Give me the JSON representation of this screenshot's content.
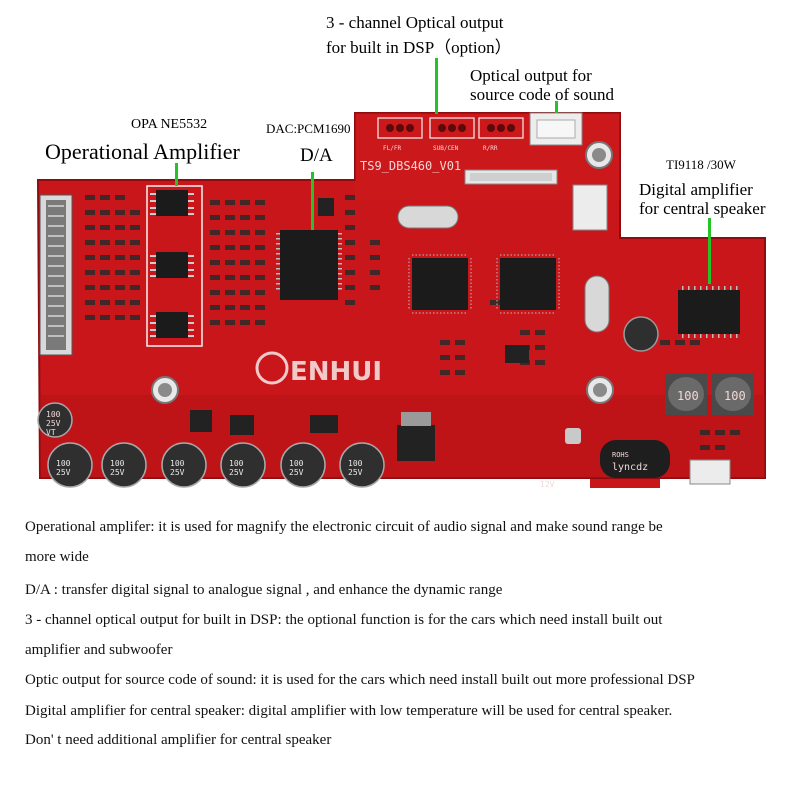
{
  "labels": {
    "opa_model": "OPA NE5532",
    "operational_amplifier": "Operational Amplifier",
    "dac_model": "DAC:PCM1690",
    "da": "D/A",
    "three_channel_line1": "3 - channel Optical output",
    "three_channel_line2": "for built in DSP（option）",
    "optical_output_line1": "Optical output for",
    "optical_output_line2": "source code of sound",
    "ti_model": "TI9118 /30W",
    "digital_amp_line1": "Digital  amplifier",
    "digital_amp_line2": "for  central speaker"
  },
  "board": {
    "model_marking": "TS9_DBS460_V01",
    "logo_text": "ENHUI",
    "connector_labels": [
      "FL/FR",
      "SUB/CEN",
      "R/RR"
    ],
    "capacitor_marking": "100\n25V\nVT",
    "choke_marking": "100",
    "cap_brand": "lyncdz",
    "rohs": "ROHS",
    "voltage_label": "12V",
    "colors": {
      "pcb": "#c8161a",
      "pcb_dark": "#a81014",
      "chip": "#1b1b1b",
      "callout": "#27c227"
    }
  },
  "descriptions": [
    "Operational amplifer: it is used for magnify the electronic circuit of audio signal and make sound range be",
    "more wide",
    "D/A : transfer digital signal to analogue signal , and enhance the dynamic range",
    "3 - channel optical output for built in DSP: the optional function is for the cars which need install built out",
    "amplifier and subwoofer",
    "Optic output for source code of sound: it is used for the cars which need install built out more professional DSP",
    "Digital amplifier for central speaker: digital amplifier with low temperature will be used for central speaker.",
    "Don' t need additional amplifier for central speaker"
  ]
}
